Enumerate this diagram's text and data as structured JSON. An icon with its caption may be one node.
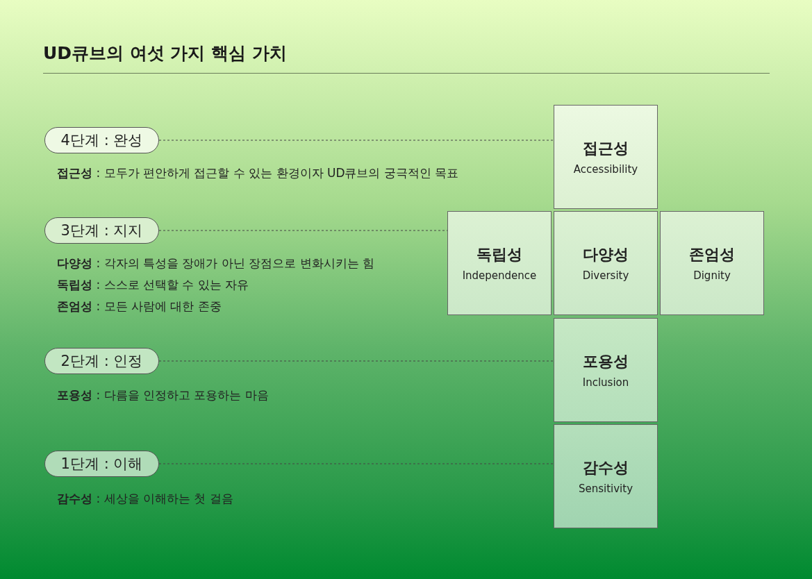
{
  "diagram": {
    "title": "UD큐브의 여섯 가지 핵심 가치",
    "nodes": [
      {
        "text": [
          "4단계 : 완성"
        ]
      },
      {
        "text": [
          "3단계 : 지지"
        ]
      },
      {
        "text": [
          "2단계 : 인정"
        ]
      },
      {
        "text": [
          "1단계 : 이해"
        ]
      },
      {
        "text": [
          "접근성",
          "Accessibility"
        ]
      },
      {
        "text": [
          "독립성",
          "Independence"
        ]
      },
      {
        "text": [
          "다양성",
          "Diversity"
        ]
      },
      {
        "text": [
          "존엄성",
          "Dignity"
        ]
      },
      {
        "text": [
          "포용성",
          "Inclusion"
        ]
      },
      {
        "text": [
          "감수성",
          "Sensitivity"
        ]
      }
    ],
    "edges": [
      {
        "from": 0,
        "to": 4,
        "arrow": "none",
        "style": "dashed"
      },
      {
        "from": 1,
        "to": 5,
        "arrow": "none",
        "style": "dashed"
      },
      {
        "from": 2,
        "to": 8,
        "arrow": "none",
        "style": "dashed"
      },
      {
        "from": 3,
        "to": 9,
        "arrow": "none",
        "style": "dashed"
      }
    ],
    "labels": [
      "**접근성** : 모두가 편안하게 접근할 수 있는 환경이자 UD큐브의 궁극적인 목표",
      "**다양성** : 각자의 특성을 장애가 아닌 장점으로 변화시키는 힘",
      "**독립성** : 스스로 선택할 수 있는 자유",
      "**존엄성** : 모든 사람에 대한 존중",
      "**포용성** : 다름을 인정하고 포용하는 마음",
      "**감수성** : 세상을 이해하는 첫 걸음"
    ]
  }
}
